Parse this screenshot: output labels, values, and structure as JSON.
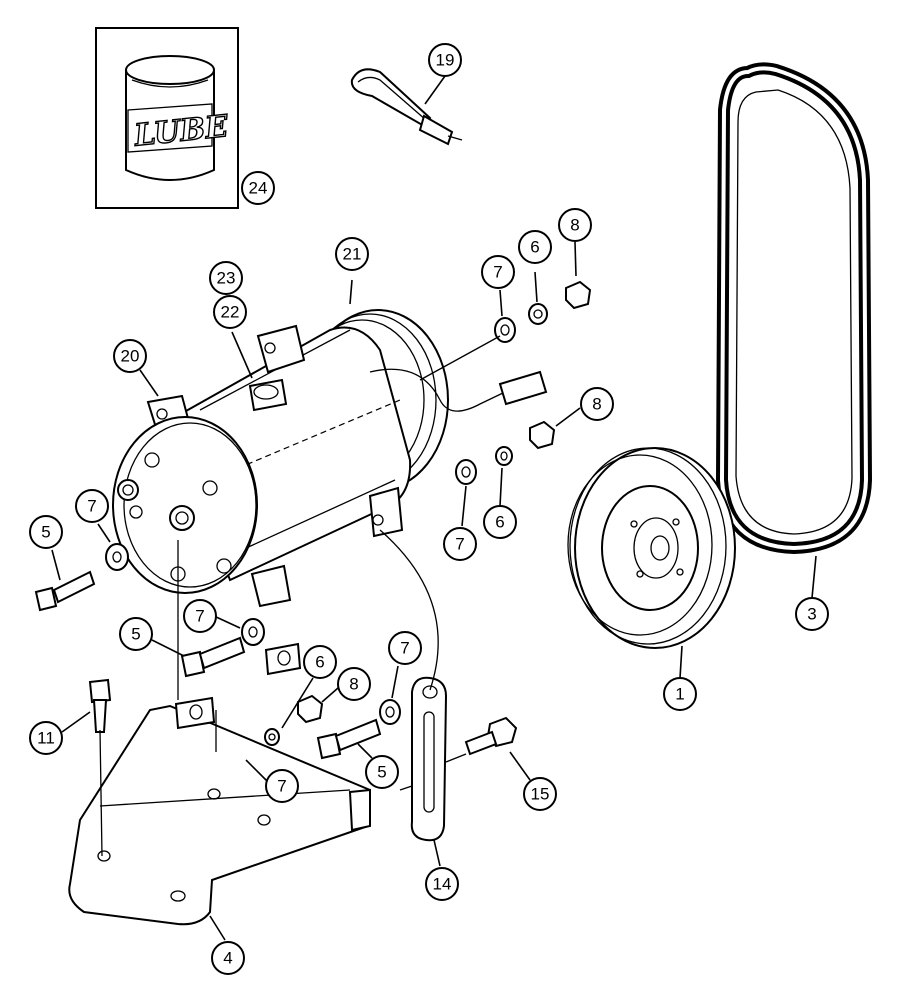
{
  "diagram": {
    "lube_can_text": "LUBE",
    "callouts": [
      {
        "id": "c24",
        "label": "24"
      },
      {
        "id": "c19",
        "label": "19"
      },
      {
        "id": "c21",
        "label": "21"
      },
      {
        "id": "c23",
        "label": "23"
      },
      {
        "id": "c22",
        "label": "22"
      },
      {
        "id": "c20",
        "label": "20"
      },
      {
        "id": "c7a",
        "label": "7"
      },
      {
        "id": "c6a",
        "label": "6"
      },
      {
        "id": "c8a",
        "label": "8"
      },
      {
        "id": "c8b",
        "label": "8"
      },
      {
        "id": "c6b",
        "label": "6"
      },
      {
        "id": "c7b",
        "label": "7"
      },
      {
        "id": "c5a",
        "label": "5"
      },
      {
        "id": "c7c",
        "label": "7"
      },
      {
        "id": "c7d",
        "label": "7"
      },
      {
        "id": "c5b",
        "label": "5"
      },
      {
        "id": "c6c",
        "label": "6"
      },
      {
        "id": "c8c",
        "label": "8"
      },
      {
        "id": "c7e",
        "label": "7"
      },
      {
        "id": "c11",
        "label": "11"
      },
      {
        "id": "c5c",
        "label": "5"
      },
      {
        "id": "c7f",
        "label": "7"
      },
      {
        "id": "c15",
        "label": "15"
      },
      {
        "id": "c14",
        "label": "14"
      },
      {
        "id": "c4",
        "label": "4"
      },
      {
        "id": "c1",
        "label": "1"
      },
      {
        "id": "c3",
        "label": "3"
      }
    ]
  }
}
